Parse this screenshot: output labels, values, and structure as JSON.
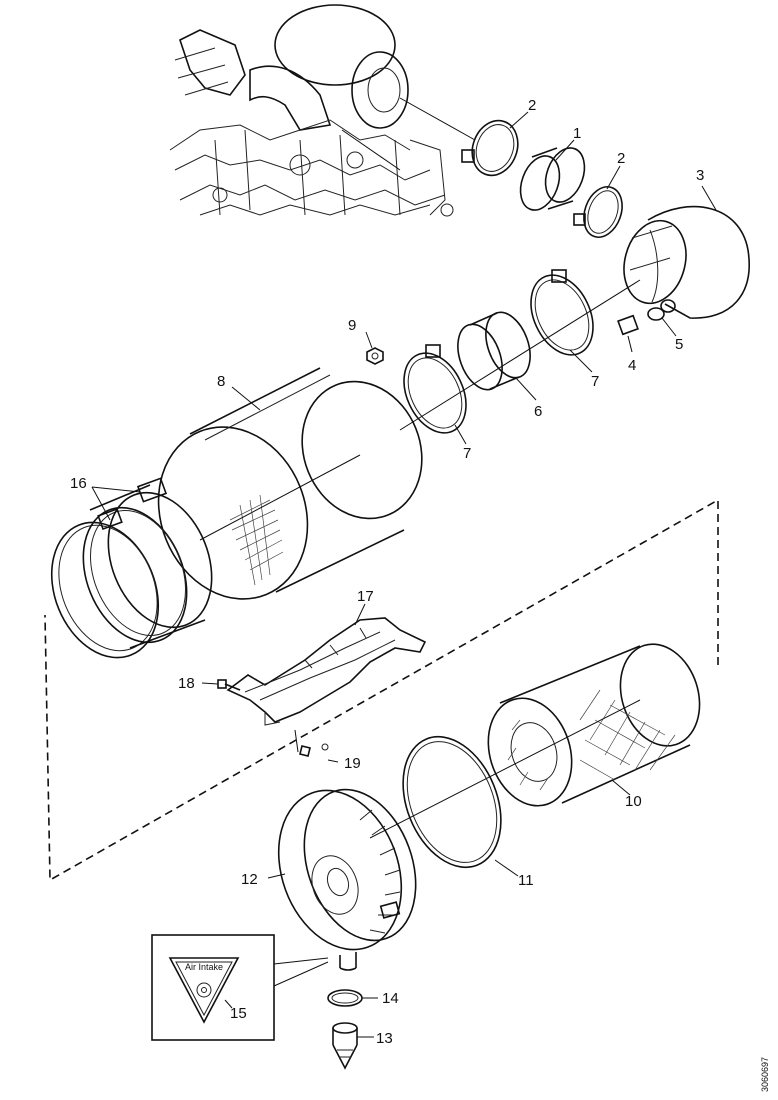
{
  "callouts": {
    "c1": "1",
    "c2a": "2",
    "c2b": "2",
    "c3": "3",
    "c4": "4",
    "c5": "5",
    "c6": "6",
    "c7a": "7",
    "c7b": "7",
    "c8": "8",
    "c9": "9",
    "c10": "10",
    "c11": "11",
    "c12": "12",
    "c13": "13",
    "c14": "14",
    "c15": "15",
    "c16": "16",
    "c17": "17",
    "c18": "18",
    "c19": "19"
  },
  "decal_text": "Air Intake",
  "reference_number": "3060697"
}
